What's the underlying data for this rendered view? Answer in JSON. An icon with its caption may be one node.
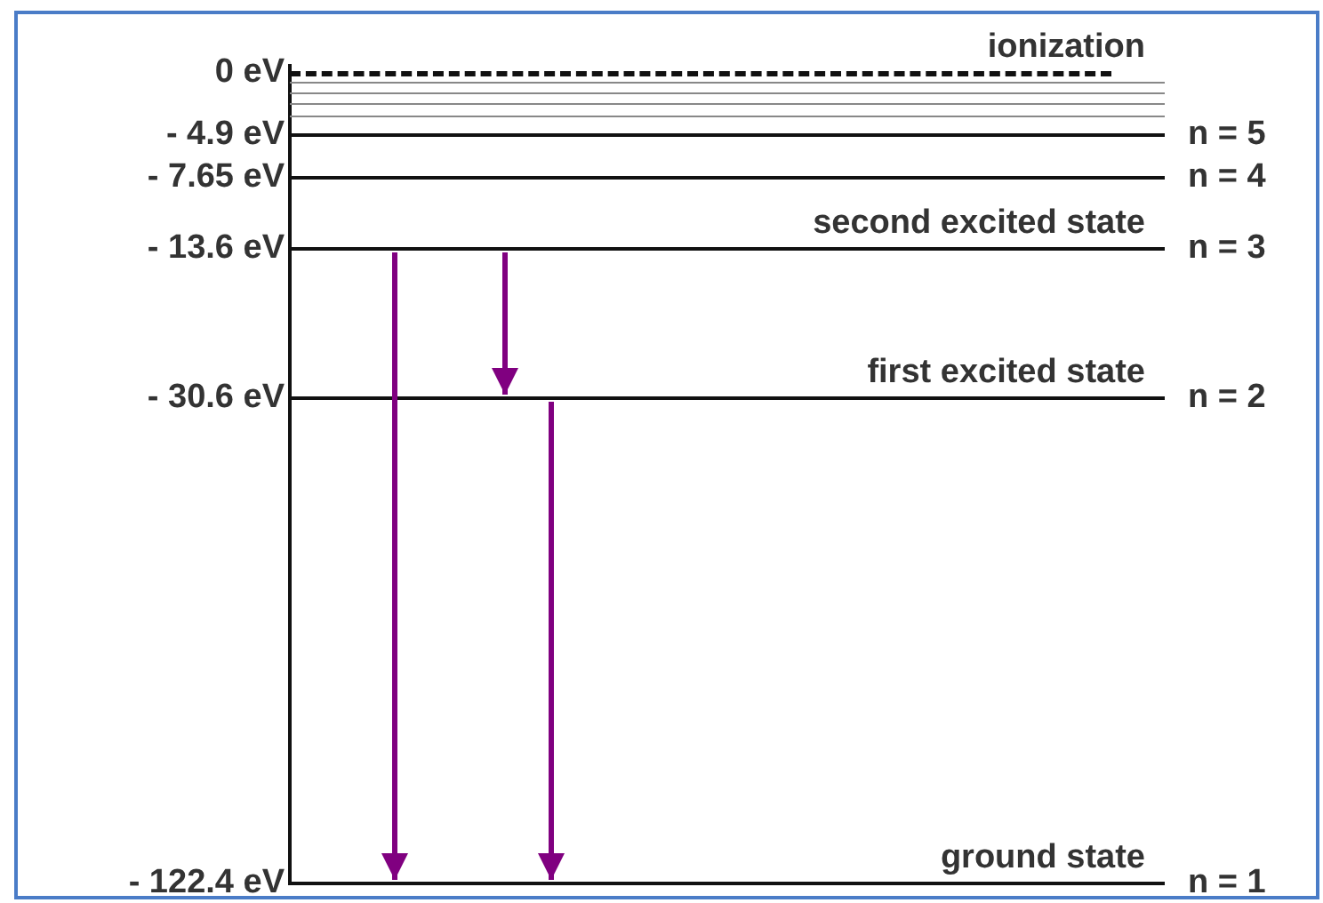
{
  "diagram": {
    "nodes": [
      {
        "text": [
          "0 eV",
          "ionization"
        ]
      },
      {
        "text": [],
        "shape": "line"
      },
      {
        "text": [],
        "shape": "line"
      },
      {
        "text": [],
        "shape": "line"
      },
      {
        "text": [],
        "shape": "line"
      },
      {
        "text": [
          "- 4.9 eV",
          "n = 5"
        ]
      },
      {
        "text": [
          "- 7.65 eV",
          "n = 4"
        ]
      },
      {
        "text": [
          "- 13.6 eV",
          "second excited state",
          "n = 3"
        ]
      },
      {
        "text": [
          "- 30.6 eV",
          "first excited state",
          "n = 2"
        ]
      },
      {
        "text": [
          "- 122.4 eV",
          "ground state",
          "n = 1"
        ]
      }
    ],
    "edges": [
      {
        "from": 7,
        "to": 9,
        "arrow": "to",
        "color": "#800080"
      },
      {
        "from": 7,
        "to": 8,
        "arrow": "to",
        "color": "#800080"
      },
      {
        "from": 8,
        "to": 9,
        "arrow": "to",
        "color": "#800080"
      }
    ]
  }
}
